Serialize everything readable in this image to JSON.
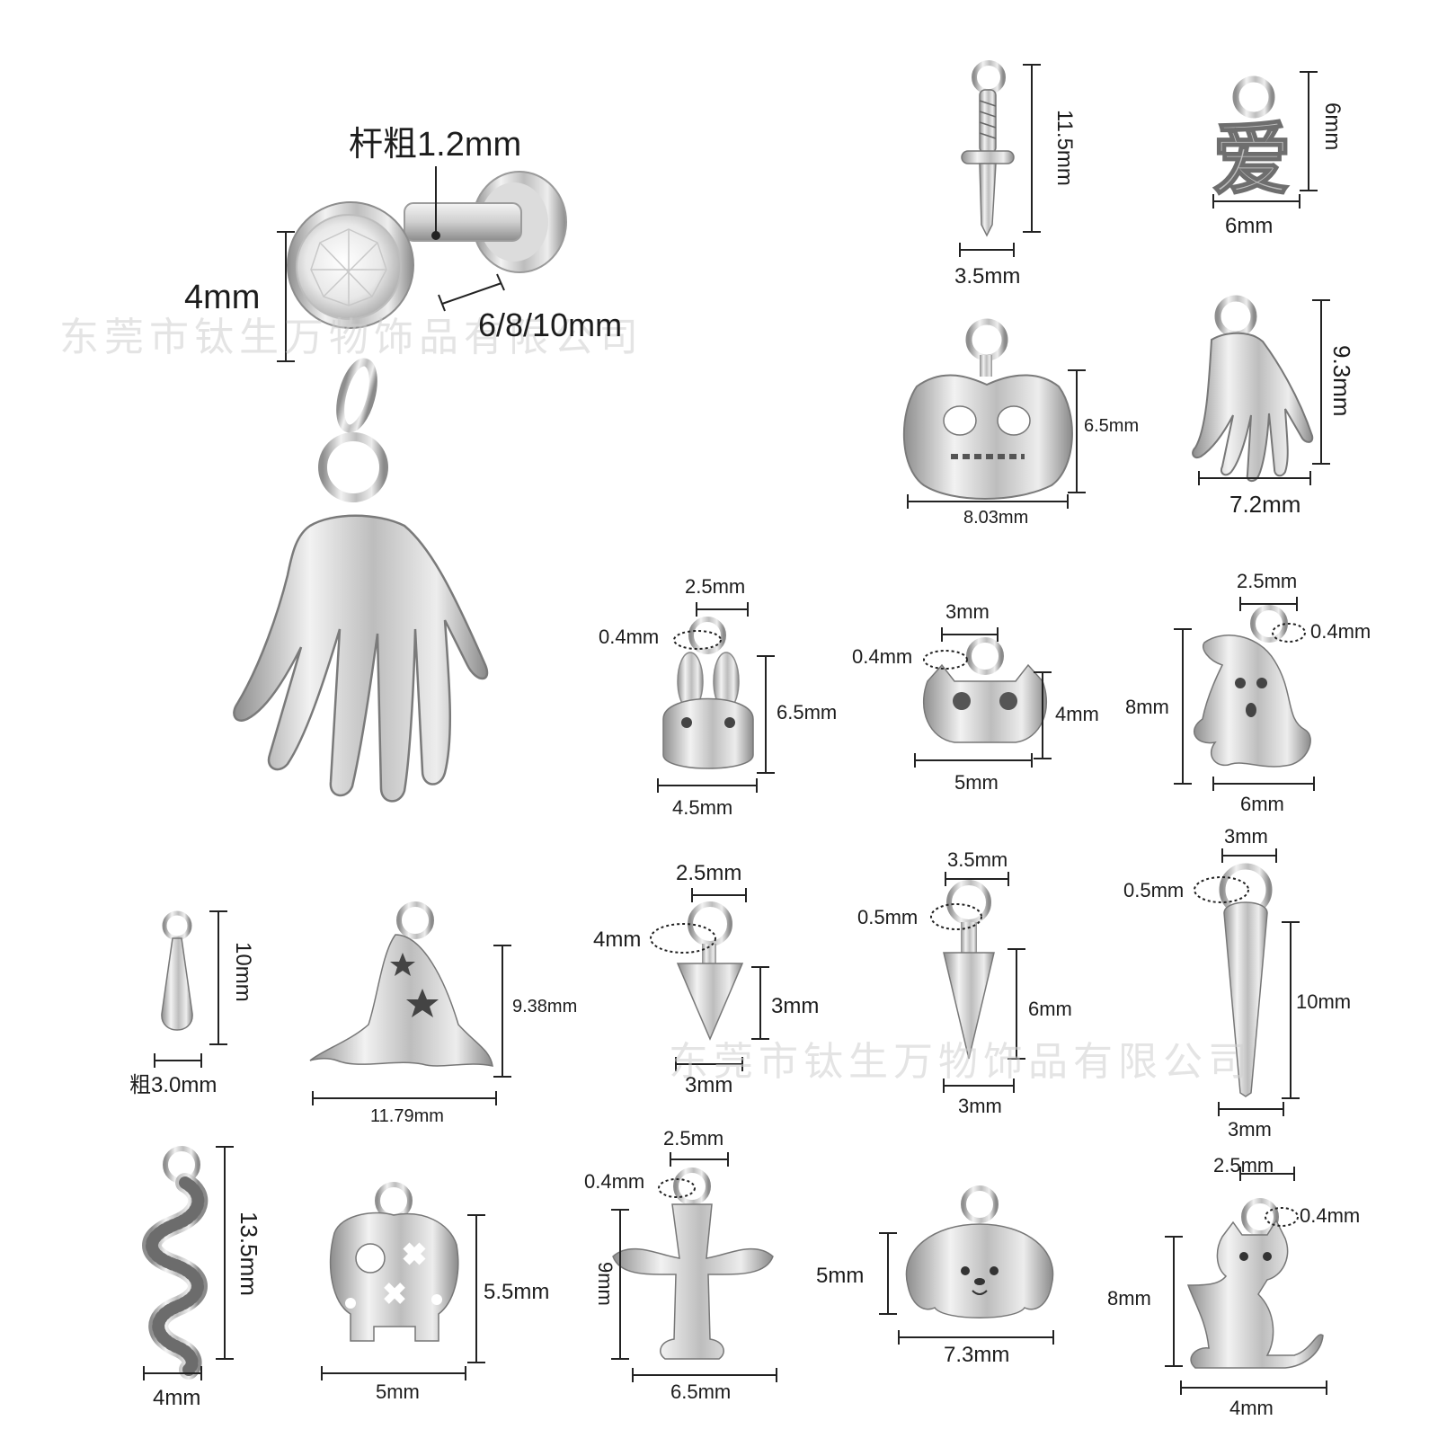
{
  "watermark": {
    "text": "东莞市钛生万物饰品有限公司"
  },
  "main_earring": {
    "shaft_label": "杆粗1.2mm",
    "head_label": "4mm",
    "length_label": "6/8/10mm"
  },
  "charms": [
    {
      "name": "dagger",
      "labels": [
        "11.5mm",
        "3.5mm"
      ]
    },
    {
      "name": "love-character",
      "labels": [
        "6mm",
        "6mm"
      ]
    },
    {
      "name": "pumpkin",
      "labels": [
        "6.5mm",
        "8.03mm"
      ]
    },
    {
      "name": "skeleton-hand",
      "labels": [
        "9.3mm",
        "7.2mm"
      ]
    },
    {
      "name": "bunny",
      "labels": [
        "2.5mm",
        "0.4mm",
        "6.5mm",
        "4.5mm"
      ]
    },
    {
      "name": "cat-face",
      "labels": [
        "3mm",
        "0.4mm",
        "4mm",
        "5mm"
      ]
    },
    {
      "name": "ghost",
      "labels": [
        "2.5mm",
        "0.4mm",
        "8mm",
        "6mm"
      ]
    },
    {
      "name": "teardrop",
      "labels": [
        "10mm",
        "粗3.0mm"
      ]
    },
    {
      "name": "witch-hat",
      "labels": [
        "9.38mm",
        "11.79mm"
      ]
    },
    {
      "name": "small-spike",
      "labels": [
        "2.5mm",
        "4mm",
        "3mm",
        "3mm"
      ]
    },
    {
      "name": "medium-spike",
      "labels": [
        "3.5mm",
        "0.5mm",
        "6mm",
        "3mm"
      ]
    },
    {
      "name": "long-spike",
      "labels": [
        "3mm",
        "0.5mm",
        "10mm",
        "3mm"
      ]
    },
    {
      "name": "snake",
      "labels": [
        "13.5mm",
        "4mm"
      ]
    },
    {
      "name": "skull",
      "labels": [
        "5.5mm",
        "5mm"
      ]
    },
    {
      "name": "cross",
      "labels": [
        "2.5mm",
        "0.4mm",
        "9mm",
        "6.5mm"
      ]
    },
    {
      "name": "puppy",
      "labels": [
        "5mm",
        "7.3mm"
      ]
    },
    {
      "name": "cat",
      "labels": [
        "2.5mm",
        "0.4mm",
        "8mm",
        "4mm"
      ]
    }
  ],
  "colors": {
    "metal_light": "#f4f4f4",
    "metal_mid": "#c9c9c9",
    "metal_dark": "#7c7c7c",
    "line": "#222222"
  }
}
